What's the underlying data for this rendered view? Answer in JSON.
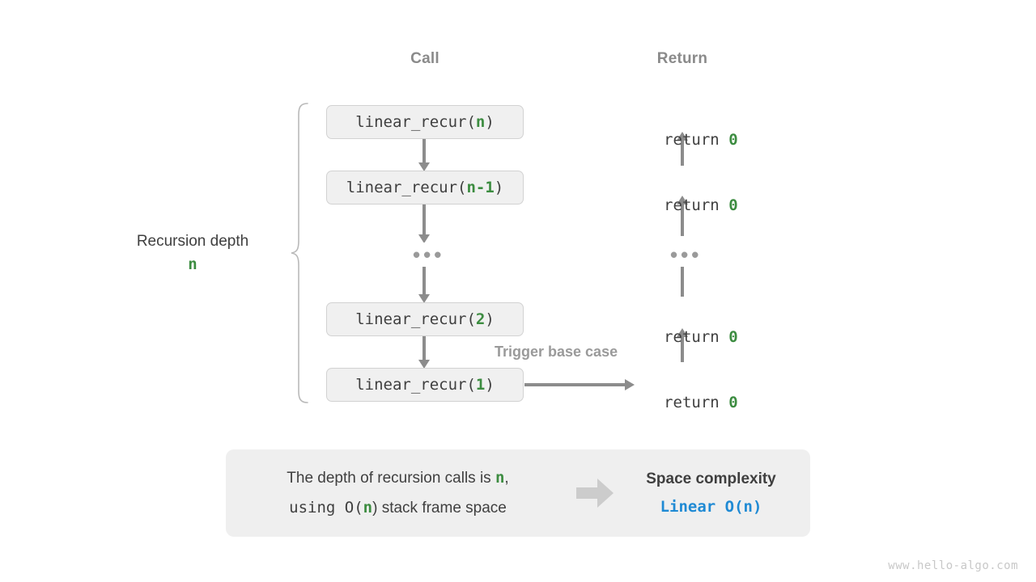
{
  "diagram": {
    "title": "Linear recursion stack space diagram",
    "columns": {
      "call_header": "Call",
      "return_header": "Return"
    },
    "depth": {
      "label": "Recursion depth",
      "variable": "n"
    },
    "call_stack": [
      {
        "prefix": "linear_recur(",
        "arg": "n",
        "suffix": ")"
      },
      {
        "prefix": "linear_recur(",
        "arg": "n-1",
        "suffix": ")"
      },
      {
        "prefix": "linear_recur(",
        "arg": "2",
        "suffix": ")"
      },
      {
        "prefix": "linear_recur(",
        "arg": "1",
        "suffix": ")"
      }
    ],
    "returns": [
      {
        "keyword": "return ",
        "value": "0"
      },
      {
        "keyword": "return ",
        "value": "0"
      },
      {
        "keyword": "return ",
        "value": "0"
      },
      {
        "keyword": "return ",
        "value": "0"
      }
    ],
    "ellipsis": "•••",
    "trigger_label": "Trigger base case",
    "summary": {
      "line1_a": "The depth of recursion calls is ",
      "line1_var": "n",
      "line1_b": ",",
      "line2_a": "using O(",
      "line2_var": "n",
      "line2_b": ") stack frame space",
      "complexity_title": "Space complexity",
      "complexity_value": "Linear  O(n)"
    },
    "watermark": "www.hello-algo.com",
    "colors": {
      "accent_green": "#3c8c40",
      "accent_blue": "#1f8ad4",
      "arrow_gray": "#8c8c8c",
      "header_gray": "#8a8a8a",
      "box_fill": "#f0f0f0",
      "box_border": "#d2d2d2",
      "panel_fill": "#efefef",
      "text_dark": "#3f3f3f",
      "watermark_gray": "#c8c8c8"
    }
  }
}
